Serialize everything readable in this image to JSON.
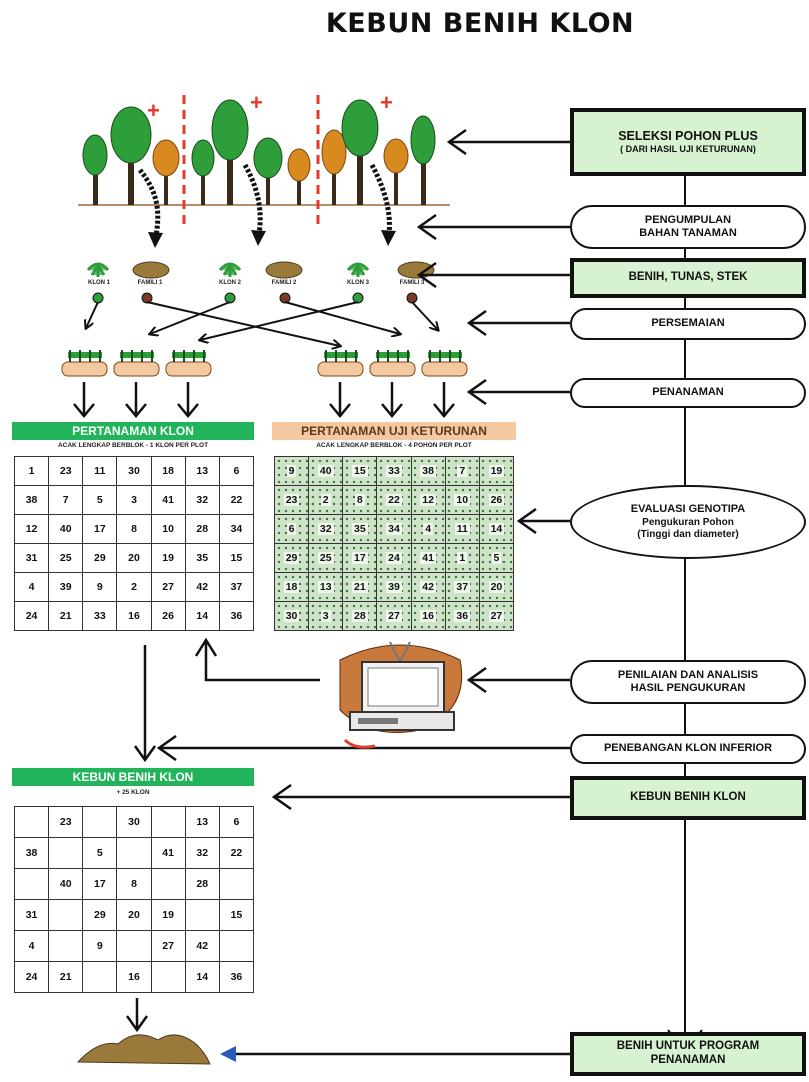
{
  "title": "KEBUN BENIH KLON",
  "steps": {
    "seleksi": {
      "title": "SELEKSI POHON PLUS",
      "sub": "( DARI HASIL UJI KETURUNAN)"
    },
    "pengumpulan": {
      "line1": "PENGUMPULAN",
      "line2": "BAHAN TANAMAN"
    },
    "benih": "BENIH, TUNAS, STEK",
    "persemaian": "PERSEMAIAN",
    "penanaman": "PENANAMAN",
    "evaluasi": {
      "line1": "EVALUASI GENOTIPA",
      "line2": "Pengukuran Pohon",
      "line3": "(Tinggi dan diameter)"
    },
    "penilaian": {
      "line1": "PENILAIAN DAN ANALISIS",
      "line2": "HASIL PENGUKURAN"
    },
    "penebangan": "PENEBANGAN KLON INFERIOR",
    "kebun": "KEBUN BENIH KLON",
    "benih_program": {
      "line1": "BENIH UNTUK PROGRAM",
      "line2": "PENANAMAN"
    }
  },
  "plant_labels": [
    "KLON 1",
    "FAMILI 1",
    "KLON 2",
    "FAMILI 2",
    "KLON 3",
    "FAMILI 3"
  ],
  "pertanaman_klon": {
    "title": "PERTANAMAN KLON",
    "subtitle": "ACAK LENGKAP BERBLOK - 1 KLON PER PLOT",
    "rows": [
      [
        "1",
        "23",
        "11",
        "30",
        "18",
        "13",
        "6"
      ],
      [
        "38",
        "7",
        "5",
        "3",
        "41",
        "32",
        "22"
      ],
      [
        "12",
        "40",
        "17",
        "8",
        "10",
        "28",
        "34"
      ],
      [
        "31",
        "25",
        "29",
        "20",
        "19",
        "35",
        "15"
      ],
      [
        "4",
        "39",
        "9",
        "2",
        "27",
        "42",
        "37"
      ],
      [
        "24",
        "21",
        "33",
        "16",
        "26",
        "14",
        "36"
      ]
    ]
  },
  "pertanaman_uji": {
    "title": "PERTANAMAN UJI KETURUNAN",
    "subtitle": "ACAK LENGKAP BERBLOK - 4 POHON PER PLOT",
    "rows": [
      [
        "9",
        "40",
        "15",
        "33",
        "38",
        "7",
        "19"
      ],
      [
        "23",
        "2",
        "8",
        "22",
        "12",
        "10",
        "26"
      ],
      [
        "6",
        "32",
        "35",
        "34",
        "4",
        "11",
        "14"
      ],
      [
        "29",
        "25",
        "17",
        "24",
        "41",
        "1",
        "5"
      ],
      [
        "18",
        "13",
        "21",
        "39",
        "42",
        "37",
        "20"
      ],
      [
        "30",
        "3",
        "28",
        "27",
        "16",
        "36",
        "27"
      ]
    ]
  },
  "kebun_benih": {
    "title": "KEBUN BENIH KLON",
    "subtitle": "+ 25 KLON",
    "rows": [
      [
        "",
        "23",
        "",
        "30",
        "",
        "13",
        "6"
      ],
      [
        "38",
        "",
        "5",
        "",
        "41",
        "32",
        "22"
      ],
      [
        "",
        "40",
        "17",
        "8",
        "",
        "28",
        ""
      ],
      [
        "31",
        "",
        "29",
        "20",
        "19",
        "",
        "15"
      ],
      [
        "4",
        "",
        "9",
        "",
        "27",
        "42",
        ""
      ],
      [
        "24",
        "21",
        "",
        "16",
        "",
        "14",
        "36"
      ]
    ]
  },
  "colors": {
    "step_box_fill": "#d6f2d0",
    "klon_header": "#22b45a",
    "uji_header": "#f4c8a0",
    "grid_dot_fill": "#cfe3c9",
    "tree_green": "#2e9e3a",
    "tree_orange": "#d98a1f",
    "divider_red": "#e23b2b",
    "seed_brown": "#9a7a3a",
    "computer_base": "#c9793b"
  },
  "icons": [
    "tree-icon",
    "plus-tree-marker-icon",
    "seedling-icon",
    "seed-pile-icon",
    "nursery-tray-icon",
    "computer-icon",
    "arrow-icon"
  ]
}
